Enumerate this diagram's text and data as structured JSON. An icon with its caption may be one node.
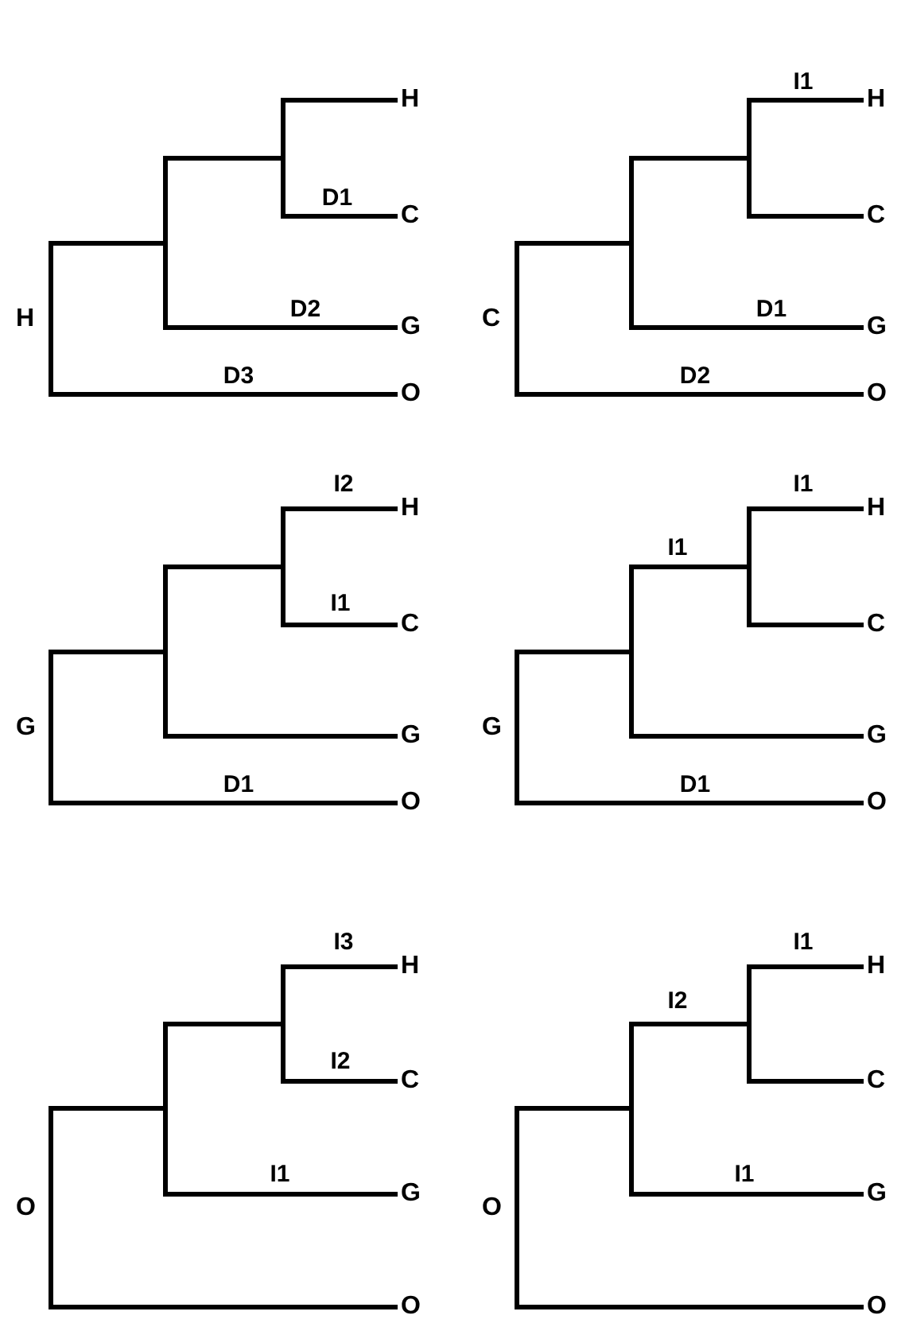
{
  "diagram": {
    "nodes": [
      {
        "text": [
          "H"
        ]
      },
      {
        "text": [
          "H"
        ]
      },
      {
        "text": [
          "C"
        ]
      },
      {
        "text": [
          "G"
        ]
      },
      {
        "text": [
          "O"
        ]
      },
      {
        "text": [
          "C"
        ]
      },
      {
        "text": [
          "H"
        ]
      },
      {
        "text": [
          "C"
        ]
      },
      {
        "text": [
          "G"
        ]
      },
      {
        "text": [
          "O"
        ]
      },
      {
        "text": [
          "G"
        ]
      },
      {
        "text": [
          "H"
        ]
      },
      {
        "text": [
          "C"
        ]
      },
      {
        "text": [
          "G"
        ]
      },
      {
        "text": [
          "O"
        ]
      },
      {
        "text": [
          "G"
        ]
      },
      {
        "text": [
          "H"
        ]
      },
      {
        "text": [
          "C"
        ]
      },
      {
        "text": [
          "G"
        ]
      },
      {
        "text": [
          "O"
        ]
      },
      {
        "text": [
          "O"
        ]
      },
      {
        "text": [
          "H"
        ]
      },
      {
        "text": [
          "C"
        ]
      },
      {
        "text": [
          "G"
        ]
      },
      {
        "text": [
          "O"
        ]
      },
      {
        "text": [
          "O"
        ]
      },
      {
        "text": [
          "H"
        ]
      },
      {
        "text": [
          "C"
        ]
      },
      {
        "text": [
          "G"
        ]
      },
      {
        "text": [
          "O"
        ]
      }
    ],
    "edges": [
      {
        "from": 0,
        "to": 1,
        "arrow": "none"
      },
      {
        "from": 0,
        "to": 2,
        "arrow": "none"
      },
      {
        "from": 0,
        "to": 3,
        "arrow": "none"
      },
      {
        "from": 0,
        "to": 4,
        "arrow": "none"
      },
      {
        "from": 5,
        "to": 6,
        "arrow": "none"
      },
      {
        "from": 5,
        "to": 7,
        "arrow": "none"
      },
      {
        "from": 5,
        "to": 8,
        "arrow": "none"
      },
      {
        "from": 5,
        "to": 9,
        "arrow": "none"
      },
      {
        "from": 10,
        "to": 11,
        "arrow": "none"
      },
      {
        "from": 10,
        "to": 12,
        "arrow": "none"
      },
      {
        "from": 10,
        "to": 13,
        "arrow": "none"
      },
      {
        "from": 10,
        "to": 14,
        "arrow": "none"
      },
      {
        "from": 15,
        "to": 16,
        "arrow": "none"
      },
      {
        "from": 15,
        "to": 17,
        "arrow": "none"
      },
      {
        "from": 15,
        "to": 18,
        "arrow": "none"
      },
      {
        "from": 15,
        "to": 19,
        "arrow": "none"
      },
      {
        "from": 20,
        "to": 21,
        "arrow": "none"
      },
      {
        "from": 20,
        "to": 22,
        "arrow": "none"
      },
      {
        "from": 20,
        "to": 23,
        "arrow": "none"
      },
      {
        "from": 20,
        "to": 24,
        "arrow": "none"
      },
      {
        "from": 25,
        "to": 26,
        "arrow": "none"
      },
      {
        "from": 25,
        "to": 27,
        "arrow": "none"
      },
      {
        "from": 25,
        "to": 28,
        "arrow": "none"
      },
      {
        "from": 25,
        "to": 29,
        "arrow": "none"
      }
    ],
    "labels": [
      "D1",
      "D2",
      "D3",
      "I1",
      "D1",
      "D2",
      "I2",
      "I1",
      "D1",
      "I1",
      "I1",
      "D1",
      "I3",
      "I2",
      "I1",
      "I1",
      "I2",
      "I1"
    ]
  }
}
